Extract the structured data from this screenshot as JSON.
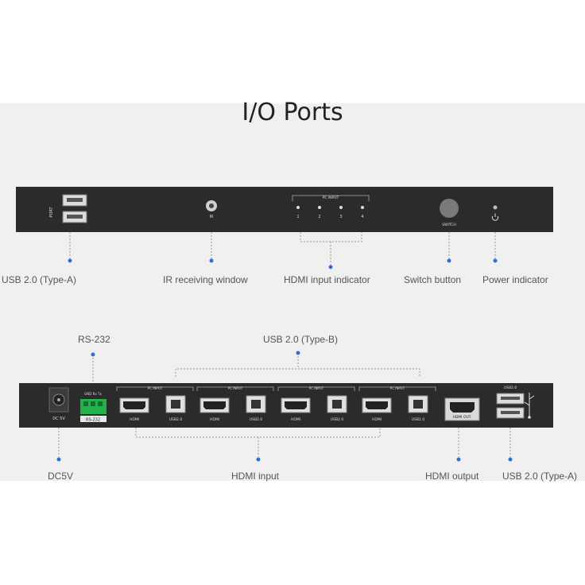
{
  "title": "I/O Ports",
  "front_panel": {
    "labels": {
      "usb_a": "USB 2.0 (Type-A)",
      "ir": "IR receiving window",
      "hdmi_indicator": "HDMI input indicator",
      "switch": "Switch button",
      "power": "Power indicator"
    },
    "device_text": {
      "usb_mark": "PORT",
      "ir_mark": "IR",
      "indicator_header": "PC INPUT",
      "indicator_numbers": [
        "1",
        "2",
        "3",
        "4"
      ],
      "switch_mark": "SWITCH"
    }
  },
  "rear_panel": {
    "labels": {
      "rs232": "RS-232",
      "usb_b": "USB 2.0 (Type-B)",
      "dc5v": "DC5V",
      "hdmi_input": "HDMI input",
      "hdmi_output": "HDMI output",
      "usb_a": "USB 2.0 (Type-A)"
    },
    "device_text": {
      "dc_mark": "DC 5V",
      "rs_pins": "GND Rx Tx",
      "rs_mark": "RS-232",
      "group_header": "PC INPUT",
      "hdmi_mark": "HDMI",
      "usb_mark": "USB2.0",
      "hdmi_out_mark": "HDMI OUT",
      "usb_a_mark": "USB2.0"
    }
  },
  "colors": {
    "panel": "#2b2b2b",
    "leader": "#999999",
    "dot": "#2f6fd6",
    "terminal": "#22b14c"
  }
}
